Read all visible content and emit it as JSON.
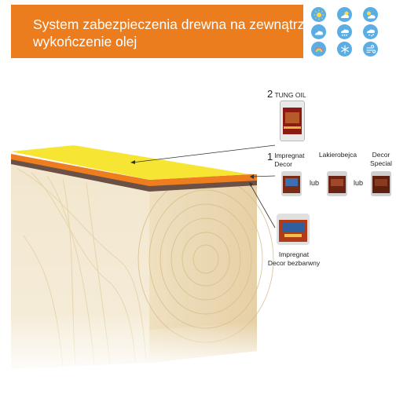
{
  "header": {
    "title_line1": "System zabezpieczenia drewna na zewnątrz",
    "title_line2": "wykończenie olej",
    "background_color": "#ec7d1e"
  },
  "weather_icons": [
    {
      "icon": "sun-icon"
    },
    {
      "icon": "cloud-sun-icon"
    },
    {
      "icon": "cloud-sun-alt-icon"
    },
    {
      "icon": "cloud-icon"
    },
    {
      "icon": "cloud-rain-icon"
    },
    {
      "icon": "cloud-drops-icon"
    },
    {
      "icon": "rainbow-icon"
    },
    {
      "icon": "snowflake-icon"
    },
    {
      "icon": "wind-icon"
    }
  ],
  "products": {
    "tung_oil": {
      "number": "2",
      "label": "TUNG OIL"
    },
    "impregnat_decor": {
      "number": "1",
      "label_line1": "Impregnat",
      "label_line2": "Decor"
    },
    "lakierobejca": {
      "label": "Lakierobejca"
    },
    "decor_special": {
      "label_line1": "Decor",
      "label_line2": "Special"
    },
    "impregnat_bezbarwny": {
      "label_line1": "Impregnat",
      "label_line2": "Decor bezbarwny"
    },
    "or_1": "lub",
    "or_2": "lub"
  },
  "colors": {
    "top_layer": "#f7e533",
    "orange_layer": "#ee7d1f",
    "brown_layer": "#6b5046",
    "wood": "#f1e2c4"
  }
}
